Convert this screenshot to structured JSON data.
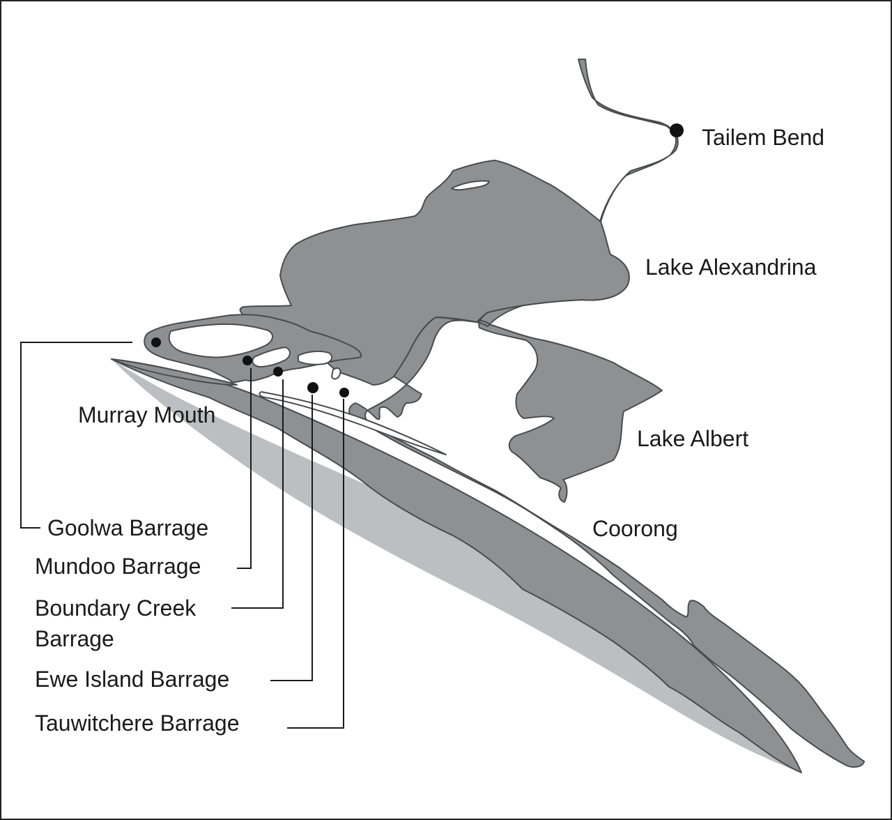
{
  "map": {
    "places": {
      "tailem_bend": "Tailem Bend",
      "lake_alexandrina": "Lake Alexandrina",
      "lake_albert": "Lake Albert",
      "coorong": "Coorong",
      "murray_mouth": "Murray Mouth"
    },
    "barrages": {
      "goolwa": "Goolwa Barrage",
      "mundoo": "Mundoo Barrage",
      "boundary_creek_line1": "Boundary Creek",
      "boundary_creek_line2": "Barrage",
      "ewe_island": "Ewe Island Barrage",
      "tauwitchere": "Tauwitchere Barrage"
    },
    "colors": {
      "water": "#8f9092",
      "outline": "#4a4b4d",
      "dunes": "#bdbec1",
      "text": "#1a1a1a"
    }
  }
}
